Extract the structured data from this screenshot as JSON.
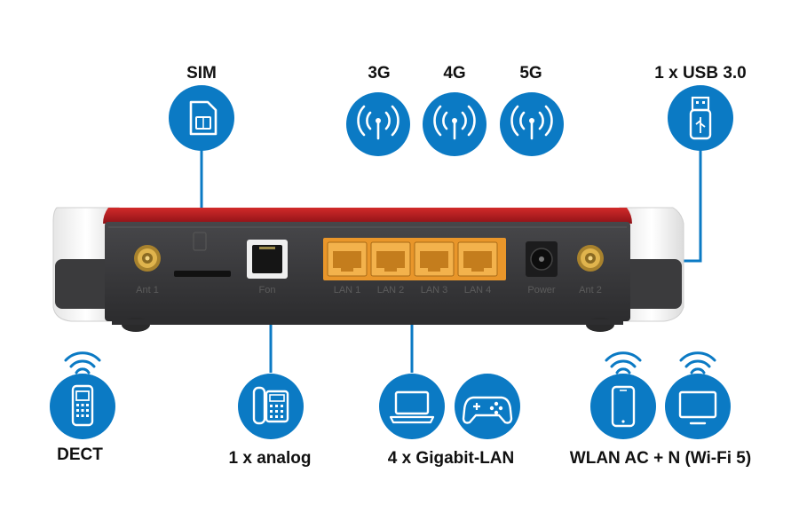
{
  "colors": {
    "icon_blue": "#0b7ac4",
    "router_red": "#b3181e",
    "router_dark": "#3a3a3c",
    "lan_orange": "#f2a534",
    "connector_gold": "#d6a441"
  },
  "features": {
    "sim": {
      "label": "SIM",
      "icon": "sim-card-icon"
    },
    "g3": {
      "label": "3G",
      "icon": "antenna-signal-icon"
    },
    "g4": {
      "label": "4G",
      "icon": "antenna-signal-icon"
    },
    "g5": {
      "label": "5G",
      "icon": "antenna-signal-icon"
    },
    "usb": {
      "label": "1 x USB 3.0",
      "icon": "usb-stick-icon"
    },
    "dect": {
      "label": "DECT",
      "icon": "cordless-phone-icon"
    },
    "analog": {
      "label": "1 x analog",
      "icon": "desk-phone-icon"
    },
    "lan": {
      "label": "4 x Gigabit-LAN",
      "icons": [
        "laptop-icon",
        "gamepad-icon"
      ]
    },
    "wlan": {
      "label": "WLAN AC + N (Wi-Fi 5)",
      "icons": [
        "smartphone-icon",
        "monitor-icon"
      ]
    }
  },
  "ports": {
    "ant1": "Ant 1",
    "fon": "Fon",
    "lan1": "LAN 1",
    "lan2": "LAN 2",
    "lan3": "LAN 3",
    "lan4": "LAN 4",
    "power": "Power",
    "ant2": "Ant 2"
  }
}
